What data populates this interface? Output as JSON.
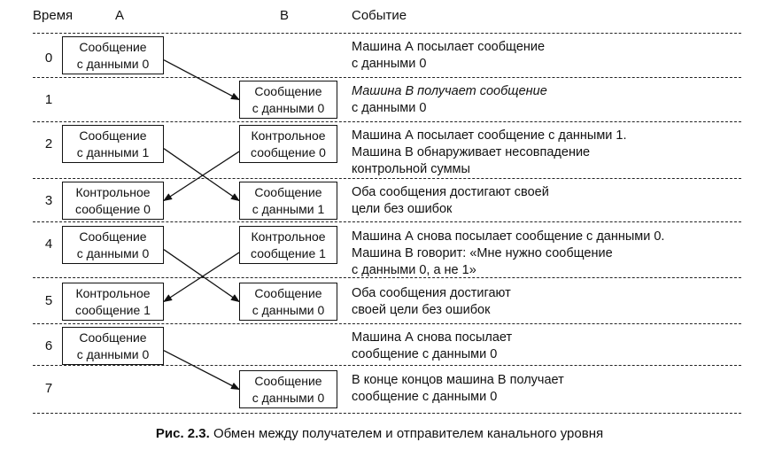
{
  "header": {
    "time": "Время",
    "a": "A",
    "b": "B",
    "event": "Событие"
  },
  "rows": [
    {
      "t": "0",
      "a_box": [
        "Сообщение",
        "с данными 0"
      ],
      "b_box": null,
      "event": [
        "Машина А посылает сообщение",
        "с данными 0"
      ],
      "event_italic": false
    },
    {
      "t": "1",
      "a_box": null,
      "b_box": [
        "Сообщение",
        "с данными 0"
      ],
      "event": [
        "Машина В получает сообщение",
        "с данными 0"
      ],
      "event_italic": true
    },
    {
      "t": "2",
      "a_box": [
        "Сообщение",
        "с данными 1"
      ],
      "b_box": [
        "Контрольное",
        "сообщение 0"
      ],
      "event": [
        "Машина А посылает сообщение с данными 1.",
        "Машина В обнаруживает несовпадение",
        "контрольной суммы"
      ],
      "event_italic": false
    },
    {
      "t": "3",
      "a_box": [
        "Контрольное",
        "сообщение 0"
      ],
      "b_box": [
        "Сообщение",
        "с данными 1"
      ],
      "event": [
        "Оба сообщения достигают своей",
        "цели без ошибок"
      ],
      "event_italic": false
    },
    {
      "t": "4",
      "a_box": [
        "Сообщение",
        "с данными 0"
      ],
      "b_box": [
        "Контрольное",
        "сообщение 1"
      ],
      "event": [
        "Машина А снова посылает сообщение с данными 0.",
        "Машина В говорит: «Мне нужно сообщение",
        "с данными 0, а не 1»"
      ],
      "event_italic": false
    },
    {
      "t": "5",
      "a_box": [
        "Контрольное",
        "сообщение 1"
      ],
      "b_box": [
        "Сообщение",
        "с данными 0"
      ],
      "event": [
        "Оба сообщения достигают",
        "своей цели без ошибок"
      ],
      "event_italic": false
    },
    {
      "t": "6",
      "a_box": [
        "Сообщение",
        "с данными 0"
      ],
      "b_box": null,
      "event": [
        "Машина А снова посылает",
        "сообщение с данными 0"
      ],
      "event_italic": false
    },
    {
      "t": "7",
      "a_box": null,
      "b_box": [
        "Сообщение",
        "с данными 0"
      ],
      "event": [
        "В конце концов машина В получает",
        "сообщение с данными 0"
      ],
      "event_italic": false
    }
  ],
  "arrows": [
    {
      "from": "A",
      "from_row": 0,
      "to": "B",
      "to_row": 1
    },
    {
      "from": "A",
      "from_row": 2,
      "to": "B",
      "to_row": 3
    },
    {
      "from": "B",
      "from_row": 2,
      "to": "A",
      "to_row": 3
    },
    {
      "from": "A",
      "from_row": 4,
      "to": "B",
      "to_row": 5
    },
    {
      "from": "B",
      "from_row": 4,
      "to": "A",
      "to_row": 5
    },
    {
      "from": "A",
      "from_row": 6,
      "to": "B",
      "to_row": 7
    }
  ],
  "caption": {
    "label": "Рис. 2.3.",
    "text": "Обмен между получателем и отправителем канального уровня"
  }
}
